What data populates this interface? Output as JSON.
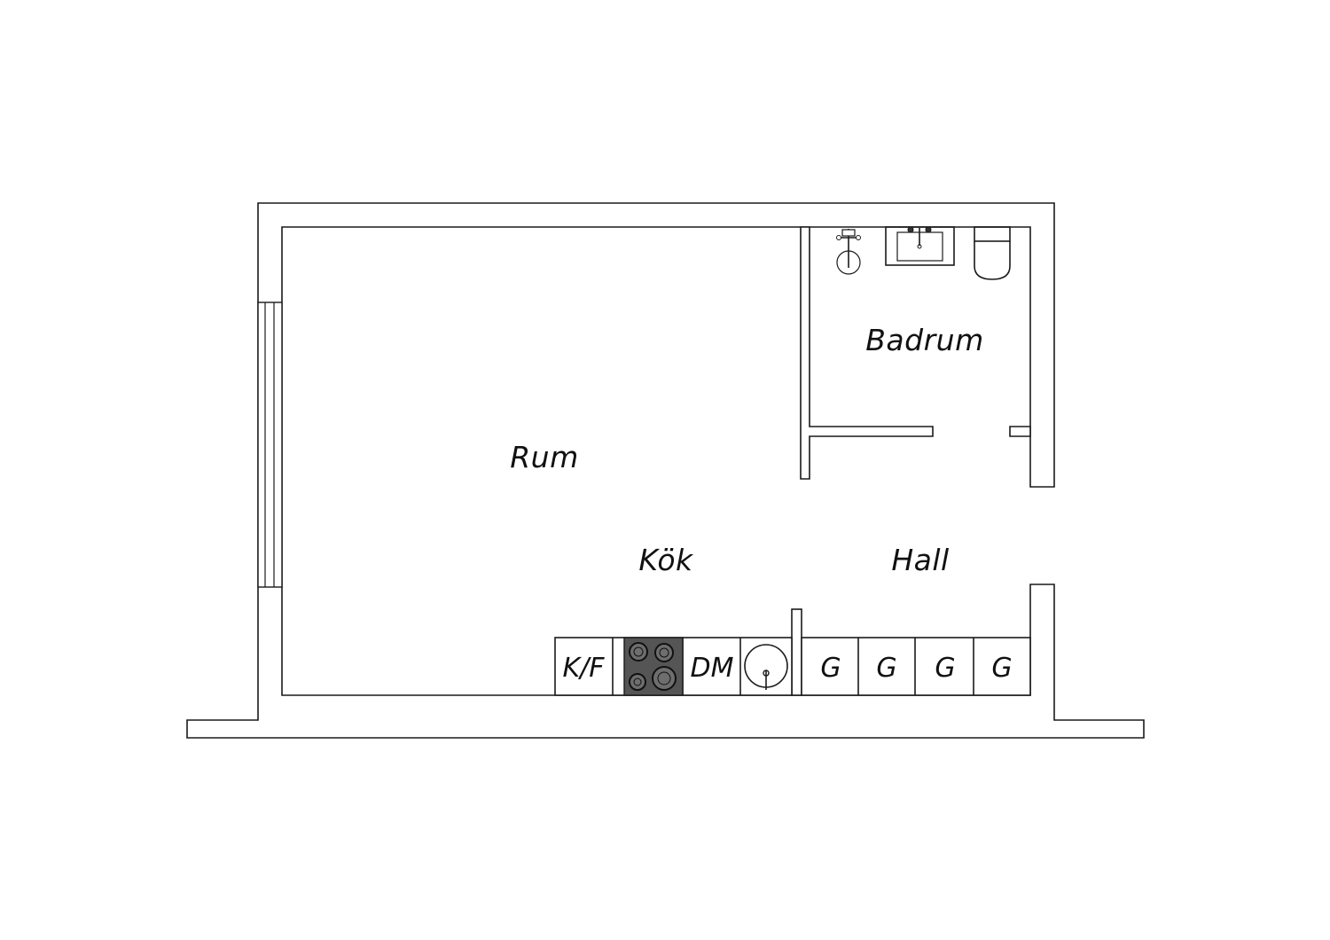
{
  "rooms": {
    "rum": "Rum",
    "badrum": "Badrum",
    "kok": "Kök",
    "hall": "Hall"
  },
  "kitchen": {
    "fridge_freezer": "K/F",
    "dishwasher": "DM"
  },
  "wardrobes": [
    "G",
    "G",
    "G",
    "G"
  ],
  "colors": {
    "wall_stroke": "#1a1a1a",
    "stove_fill": "#555555",
    "background": "#ffffff"
  }
}
